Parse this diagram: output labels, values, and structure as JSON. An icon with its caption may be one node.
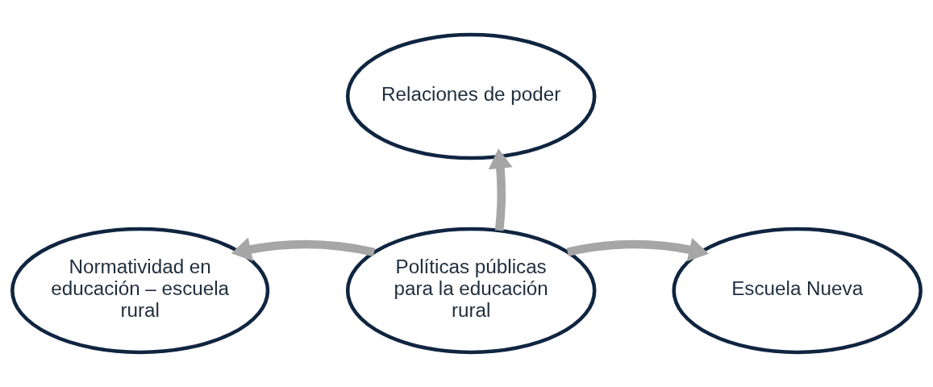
{
  "diagram": {
    "nodes": [
      {
        "text": [
          "Relaciones de poder"
        ]
      },
      {
        "text": [
          "Normatividad en educación – escuela rural"
        ]
      },
      {
        "text": [
          "Políticas públicas para la educación rural"
        ]
      },
      {
        "text": [
          "Escuela Nueva"
        ]
      }
    ],
    "edges": [
      {
        "from": 2,
        "to": 0,
        "arrow": "to"
      },
      {
        "from": 2,
        "to": 1,
        "arrow": "to"
      },
      {
        "from": 2,
        "to": 3,
        "arrow": "to"
      }
    ]
  }
}
